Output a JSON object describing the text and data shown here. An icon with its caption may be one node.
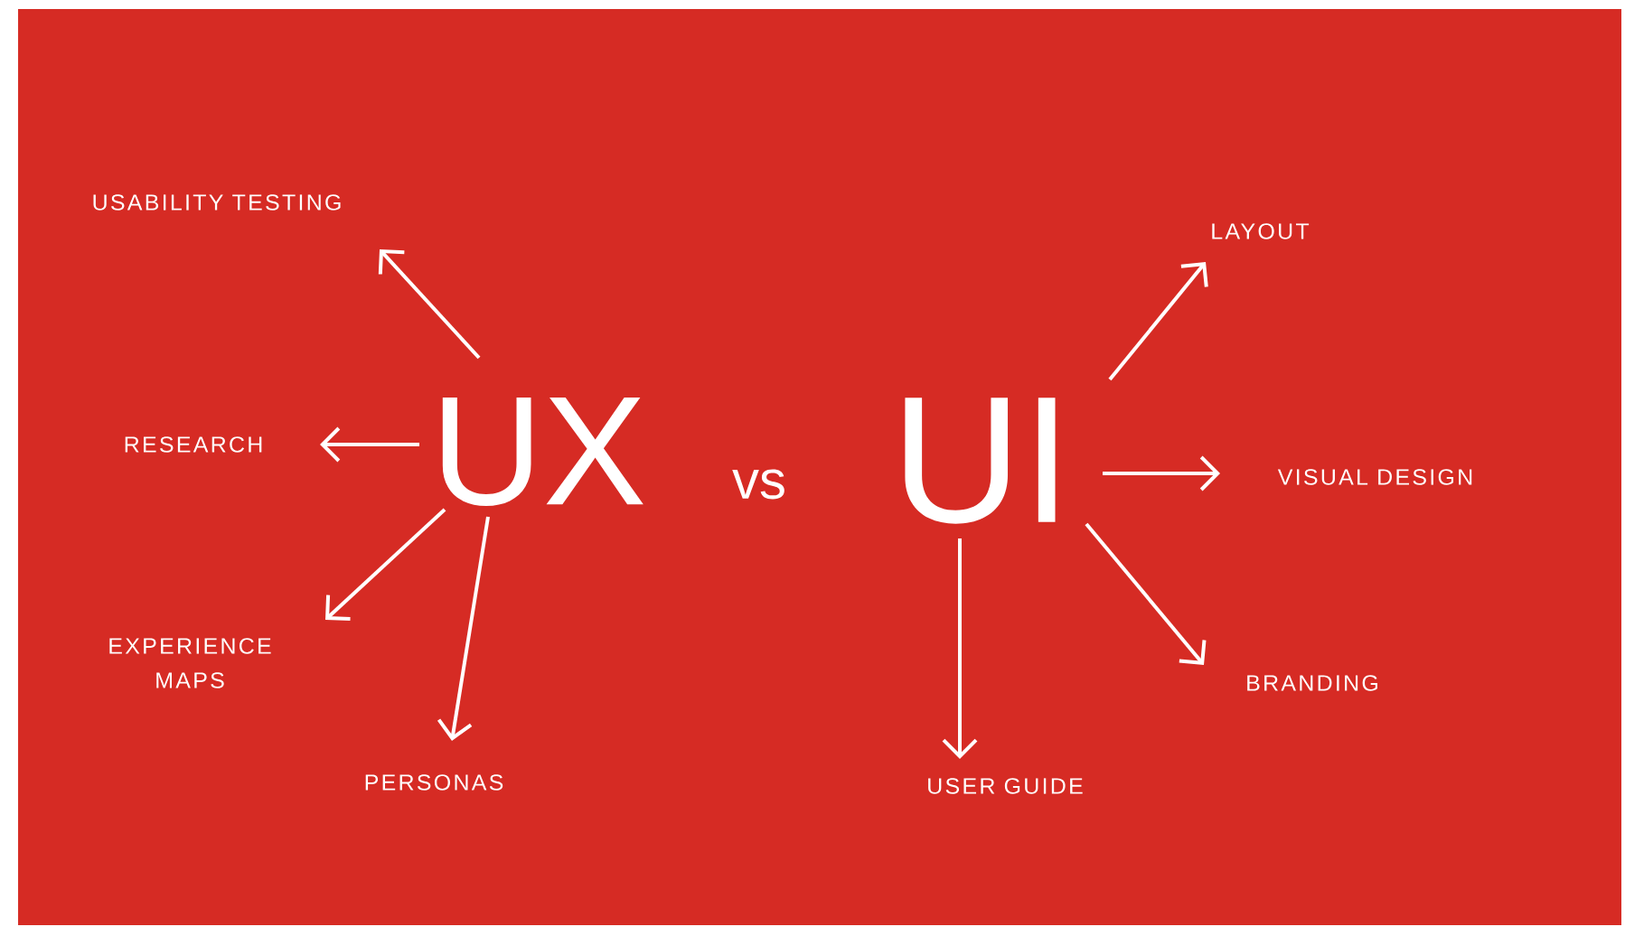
{
  "diagram": {
    "nodes": [
      {
        "text": [
          "UX"
        ]
      },
      {
        "text": [
          "USABILITY TESTING"
        ]
      },
      {
        "text": [
          "RESEARCH"
        ]
      },
      {
        "text": [
          "EXPERIENCE MAPS"
        ]
      },
      {
        "text": [
          "PERSONAS"
        ]
      },
      {
        "text": [
          "UI"
        ]
      },
      {
        "text": [
          "LAYOUT"
        ]
      },
      {
        "text": [
          "VISUAL DESIGN"
        ]
      },
      {
        "text": [
          "BRANDING"
        ]
      },
      {
        "text": [
          "USER GUIDE"
        ]
      }
    ],
    "edges": [
      {
        "from": 0,
        "to": 1,
        "arrow": "to"
      },
      {
        "from": 0,
        "to": 2,
        "arrow": "to"
      },
      {
        "from": 0,
        "to": 3,
        "arrow": "to"
      },
      {
        "from": 0,
        "to": 4,
        "arrow": "to"
      },
      {
        "from": 5,
        "to": 6,
        "arrow": "to"
      },
      {
        "from": 5,
        "to": 7,
        "arrow": "to"
      },
      {
        "from": 5,
        "to": 8,
        "arrow": "to"
      },
      {
        "from": 5,
        "to": 9,
        "arrow": "to"
      }
    ],
    "labels": [
      "vs"
    ]
  }
}
